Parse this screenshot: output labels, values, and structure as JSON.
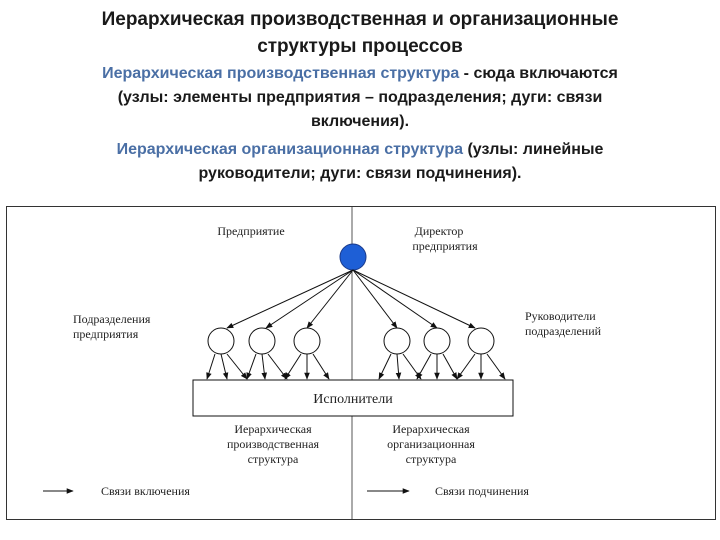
{
  "header": {
    "title_line1": "Иерархическая производственная и организационные",
    "title_line2": "структуры процессов",
    "p1_highlight": "Иерархическая производственная структура",
    "p1_rest_a": " - сюда включаются",
    "p1_line2": "(узлы: элементы предприятия – подразделения; дуги: связи",
    "p1_line3": "включения).",
    "p2_highlight": "Иерархическая организационная структура",
    "p2_rest_a": " (узлы: линейные",
    "p2_line2": "руководители; дуги: связи подчинения)."
  },
  "diagram": {
    "label_enterprise": "Предприятие",
    "label_director_1": "Директор",
    "label_director_2": "предприятия",
    "label_divisions_1": "Подразделения",
    "label_divisions_2": "предприятия",
    "label_heads_1": "Руководители",
    "label_heads_2": "подразделений",
    "label_executors": "Исполнители",
    "caption_prod_1": "Иерархическая",
    "caption_prod_2": "производственная",
    "caption_prod_3": "структура",
    "caption_org_1": "Иерархическая",
    "caption_org_2": "организационная",
    "caption_org_3": "структура",
    "legend_inclusion": "Связи включения",
    "legend_subordination": "Связи подчинения",
    "root_color": "#1e5fd6"
  }
}
